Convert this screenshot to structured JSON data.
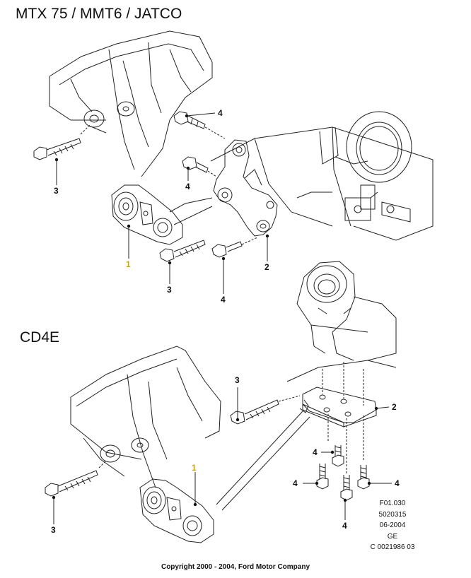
{
  "sections": [
    {
      "title": "MTX 75 / MMT6 / JATCO"
    },
    {
      "title": "CD4E"
    }
  ],
  "callouts": {
    "top": [
      "4",
      "3",
      "4",
      "1",
      "3",
      "4",
      "2"
    ],
    "bottom": [
      "3",
      "2",
      "1",
      "4",
      "4",
      "4",
      "3",
      "4"
    ]
  },
  "reference": {
    "lines": [
      "F01.030",
      "5020315",
      "06-2004",
      "GE",
      "C 0021986 03"
    ]
  },
  "copyright": "Copyright 2000 - 2004, Ford Motor Company",
  "colors": {
    "line": "#222222",
    "highlight_callout": "#d9a400"
  }
}
